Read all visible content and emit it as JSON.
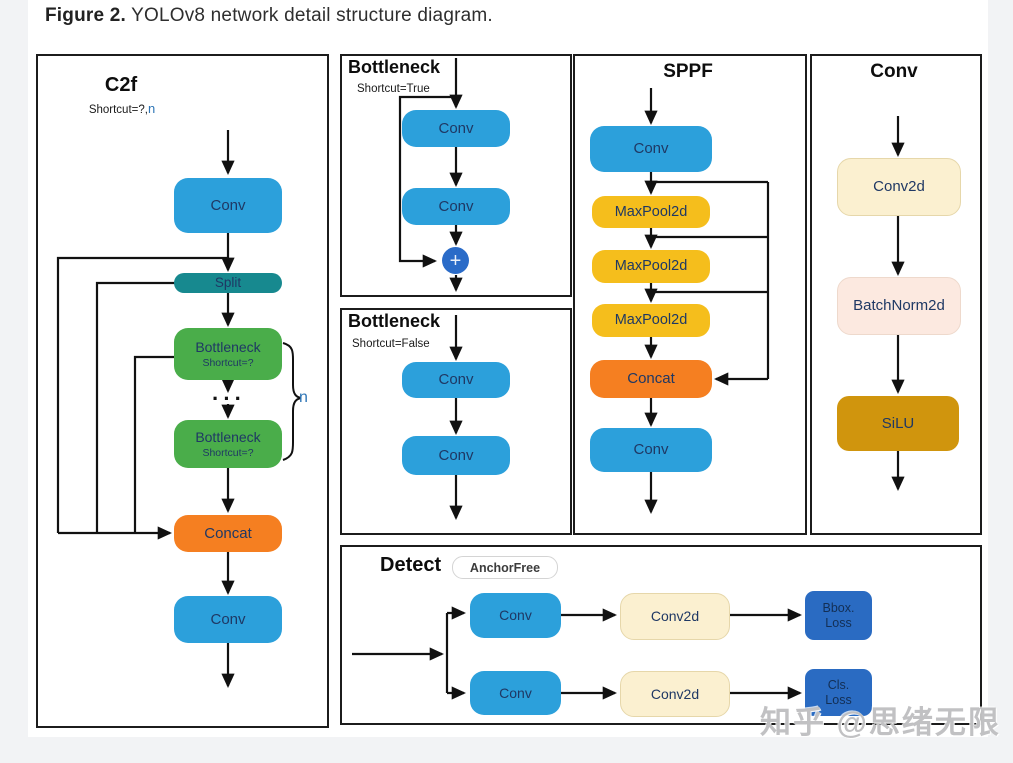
{
  "caption": {
    "bold": "Figure 2.",
    "rest": " YOLOv8 network detail structure diagram."
  },
  "watermark": "知乎 @思绪无限",
  "colors": {
    "conv_blue": "#2CA0DB",
    "split_teal": "#17898F",
    "bottleneck_green": "#4AAD4A",
    "concat_orange": "#F57F21",
    "maxpool_gold": "#F5BE1C",
    "conv2d_cream": "#FBF0D0",
    "batchnorm_pink": "#FCE9E0",
    "silu_dark_gold": "#D0950D",
    "loss_royal_blue": "#2A6BC2",
    "add_circle_blue": "#2A6BC8",
    "node_text_navy": "#1F3864",
    "n_accent_blue": "#2E75B6"
  },
  "c2f": {
    "title": "C2f",
    "subtitle": "Shortcut=?,",
    "n": "n",
    "conv_in": "Conv",
    "split": "Split",
    "bottleneck_top": {
      "title": "Bottleneck",
      "sub": "Shortcut=?"
    },
    "dots": "···",
    "bottleneck_bottom": {
      "title": "Bottleneck",
      "sub": "Shortcut=?"
    },
    "concat": "Concat",
    "conv_out": "Conv"
  },
  "bottleneck_true": {
    "title": "Bottleneck",
    "subtitle": "Shortcut=True",
    "conv1": "Conv",
    "conv2": "Conv",
    "plus": "+"
  },
  "bottleneck_false": {
    "title": "Bottleneck",
    "subtitle": "Shortcut=False",
    "conv1": "Conv",
    "conv2": "Conv"
  },
  "sppf": {
    "title": "SPPF",
    "conv_in": "Conv",
    "maxpool1": "MaxPool2d",
    "maxpool2": "MaxPool2d",
    "maxpool3": "MaxPool2d",
    "concat": "Concat",
    "conv_out": "Conv"
  },
  "conv_block": {
    "title": "Conv",
    "conv2d": "Conv2d",
    "batchnorm": "BatchNorm2d",
    "silu": "SiLU"
  },
  "detect": {
    "title": "Detect",
    "badge": "AnchorFree",
    "conv_top": "Conv",
    "conv_bottom": "Conv",
    "conv2d_top": "Conv2d",
    "conv2d_bottom": "Conv2d",
    "bbox_loss": {
      "line1": "Bbox.",
      "line2": "Loss"
    },
    "cls_loss": {
      "line1": "Cls.",
      "line2": "Loss"
    }
  }
}
